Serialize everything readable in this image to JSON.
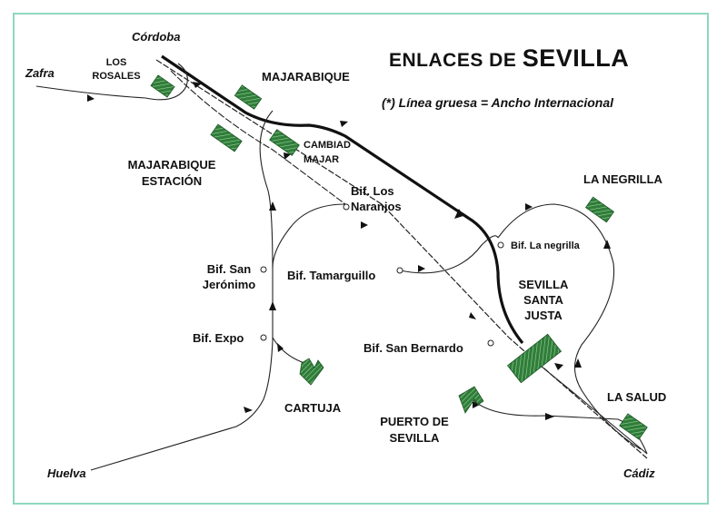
{
  "title": {
    "prefix": "ENLACES DE ",
    "city": "SEVILLA"
  },
  "legend": "(*) Línea gruesa = Ancho Internacional",
  "endpoints": {
    "cordoba": "Córdoba",
    "zafra": "Zafra",
    "huelva": "Huelva",
    "cadiz": "Cádiz"
  },
  "stations": {
    "los_rosales": "LOS ROSALES",
    "majarabique": "MAJARABIQUE",
    "majarabique_estacion": "MAJARABIQUE ESTACIÓN",
    "cambiad_majar": "CAMBIAD MAJAR",
    "la_negrilla": "LA NEGRILLA",
    "sevilla_santa_justa": "SEVILLA SANTA JUSTA",
    "cartuja": "CARTUJA",
    "puerto_de_sevilla": "PUERTO DE SEVILLA",
    "la_salud": "LA SALUD"
  },
  "junctions": {
    "los_naranjos": "Bif. Los Naranjos",
    "la_negrilla": "Bif. La negrilla",
    "san_jeronimo": "Bif. San Jerónimo",
    "tamarguillo": "Bif. Tamarguillo",
    "expo": "Bif. Expo",
    "san_bernardo": "Bif. San Bernardo"
  },
  "colors": {
    "frame": "#8fd8bd",
    "station_fill": "#2f7d3a",
    "track": "#222222"
  }
}
